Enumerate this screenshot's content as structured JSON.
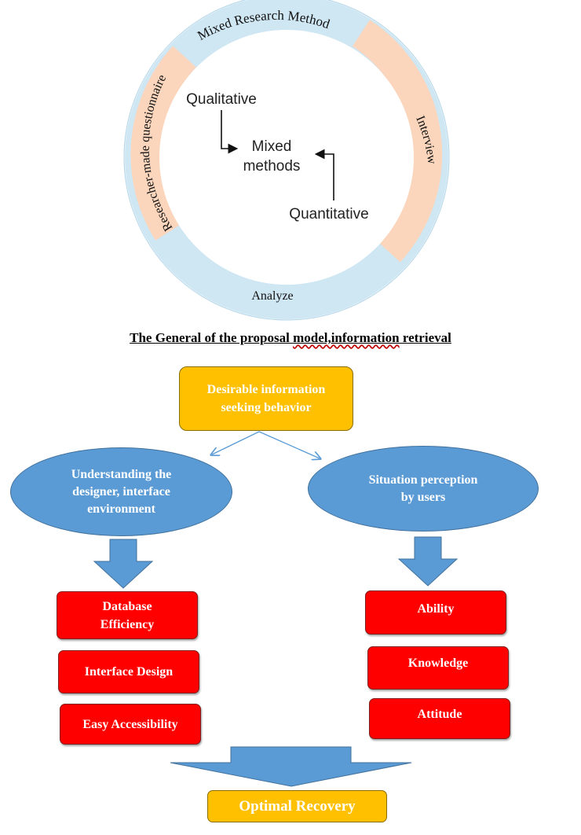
{
  "top_diagram": {
    "arc_top": "Mixed Research Method",
    "arc_left": "Researcher-made questionnaire",
    "arc_right": "Interview",
    "arc_bottom": "Analyze",
    "center_top": "Qualitative",
    "center_mid_1": "Mixed",
    "center_mid_2": "methods",
    "center_bottom": "Quantitative",
    "colors": {
      "ring_blue": "#cfe6f3",
      "ring_peach": "#fbd6bd"
    }
  },
  "caption": {
    "part1": "The General of the proposal ",
    "part2": "model,information",
    "part3": " retrieval"
  },
  "flow": {
    "top_box_line1": "Desirable information",
    "top_box_line2": "seeking behavior",
    "left_ellipse_line1": "Understanding the",
    "left_ellipse_line2": "designer, interface",
    "left_ellipse_line3": "environment",
    "right_ellipse_line1": "Situation perception",
    "right_ellipse_line2": "by users",
    "left_items": [
      "Database Efficiency",
      "Interface Design",
      "Easy Accessibility"
    ],
    "right_items": [
      "Ability",
      "Knowledge",
      "Attitude"
    ],
    "bottom_box": "Optimal Recovery",
    "colors": {
      "gold": "#ffc000",
      "blue": "#5b9bd5",
      "red": "#ff0000"
    }
  }
}
